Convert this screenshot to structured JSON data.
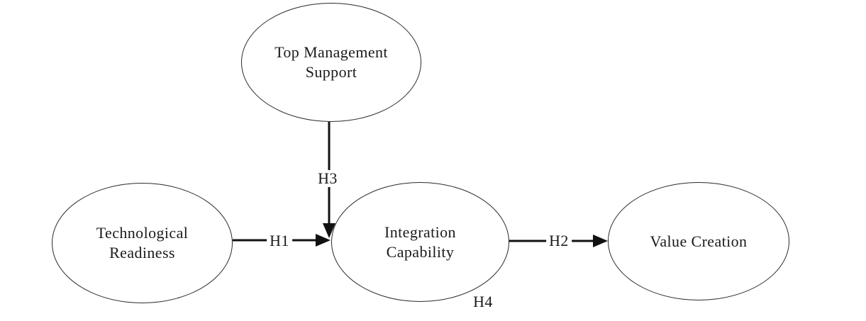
{
  "diagram": {
    "type": "path-model",
    "colors": {
      "background": "#ffffff",
      "node_stroke": "#2a2a2a",
      "arrow": "#111111",
      "text": "#1b1b1b"
    },
    "nodes": [
      {
        "id": "top-management-support",
        "shape": "ellipse",
        "label": "Top Management\nSupport"
      },
      {
        "id": "technological-readiness",
        "shape": "ellipse",
        "label": "Technological\nReadiness"
      },
      {
        "id": "integration-capability",
        "shape": "ellipse",
        "label": "Integration\nCapability"
      },
      {
        "id": "value-creation",
        "shape": "ellipse",
        "label": "Value Creation"
      }
    ],
    "edges": [
      {
        "label": "H1",
        "from": "technological-readiness",
        "to": "integration-capability",
        "style": "solid-arrow"
      },
      {
        "label": "H2",
        "from": "integration-capability",
        "to": "value-creation",
        "style": "solid-arrow"
      },
      {
        "label": "H3",
        "from": "top-management-support",
        "to": "integration-capability",
        "style": "solid-arrow"
      },
      {
        "label": "H4",
        "position": "below-right-of-integration-capability",
        "style": "text-only"
      }
    ]
  }
}
